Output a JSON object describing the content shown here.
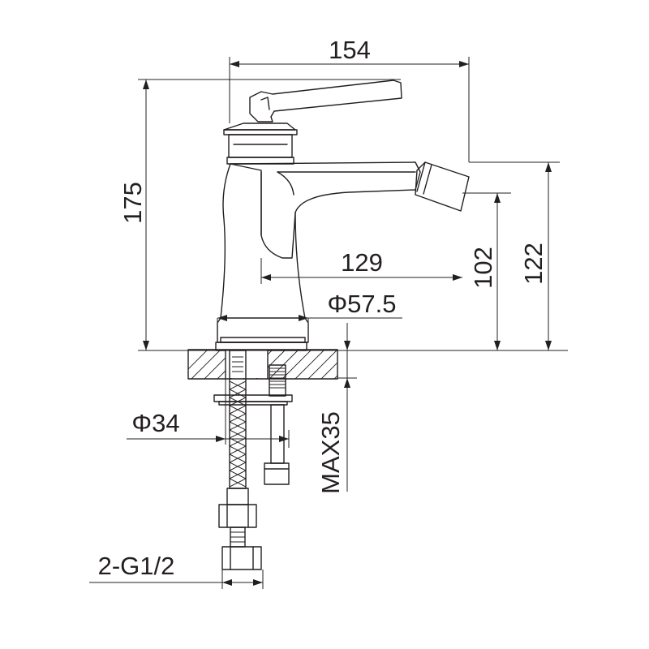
{
  "drawing": {
    "dimensions": {
      "width_154": "154",
      "height_175": "175",
      "spout_reach_129": "129",
      "outlet_height_102": "102",
      "spout_height_122": "122",
      "base_diameter": "Φ57.5",
      "shank_diameter": "Φ34",
      "max_deck": "MAX35",
      "connection": "2-G1/2"
    }
  }
}
